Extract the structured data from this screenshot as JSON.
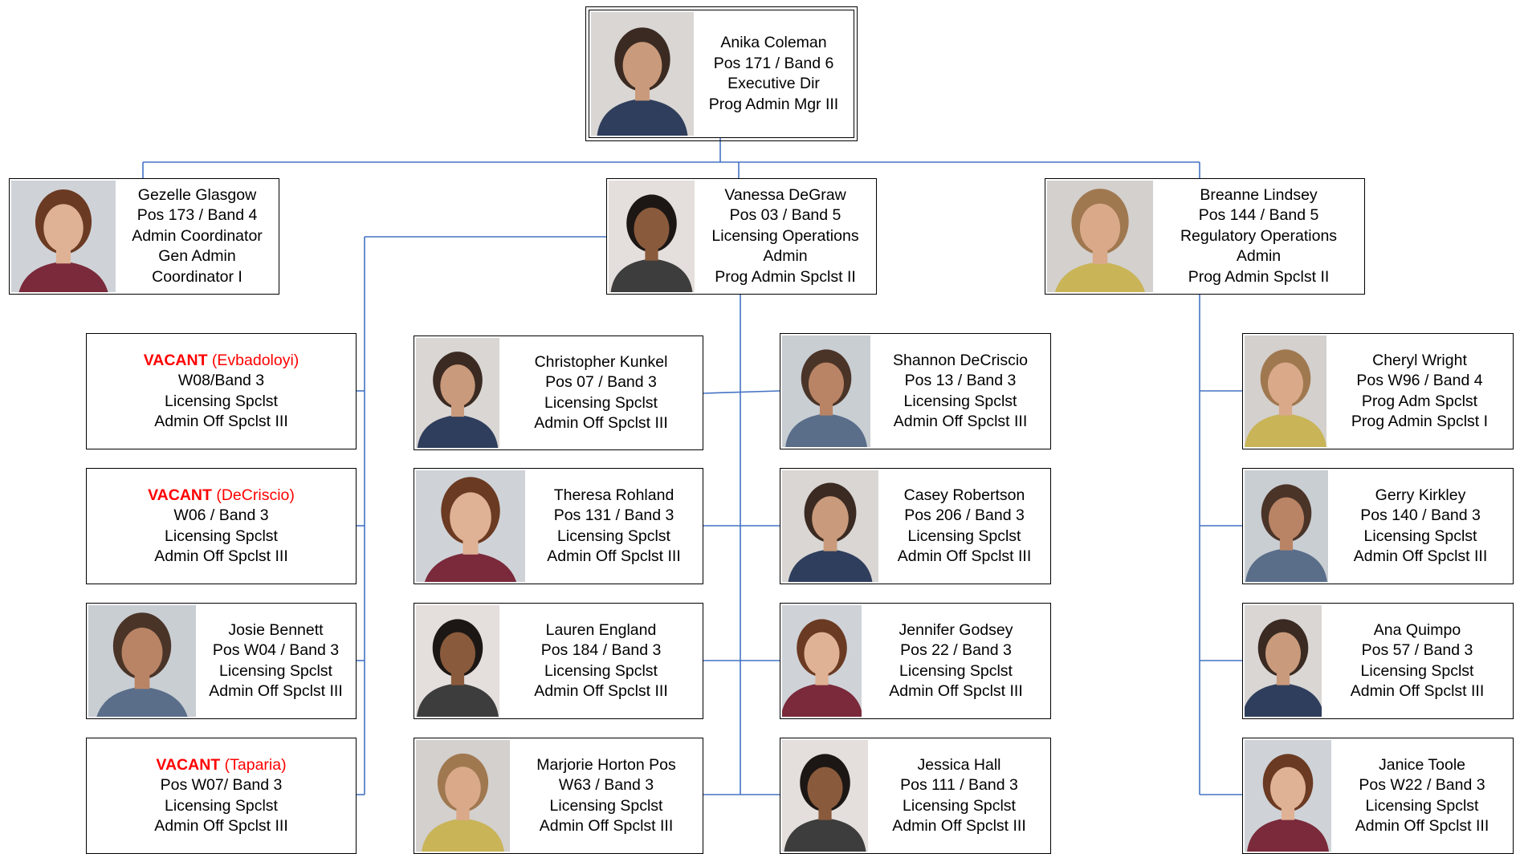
{
  "org_chart": {
    "executive": {
      "name": "Anika Coleman",
      "lines": [
        "Pos 171 / Band 6",
        "Executive Dir",
        "Prog Admin Mgr III"
      ],
      "photo": "portrait-photo"
    },
    "managers": [
      {
        "name": "Gezelle Glasgow",
        "lines": [
          "Pos 173 / Band 4",
          "Admin Coordinator",
          "Gen Admin",
          "Coordinator I"
        ],
        "photo": "portrait-photo"
      },
      {
        "name": "Vanessa DeGraw",
        "lines": [
          "Pos 03 / Band 5",
          "Licensing Operations",
          "Admin",
          "Prog Admin Spclst II"
        ],
        "photo": "portrait-photo"
      },
      {
        "name": "Breanne Lindsey",
        "lines": [
          "Pos 144 / Band 5",
          "Regulatory Operations",
          "Admin",
          "Prog Admin Spclst II"
        ],
        "photo": "portrait-photo"
      }
    ],
    "left_column": [
      {
        "vacant_label": "VACANT",
        "former": "(Evbadoloyi)",
        "lines": [
          "W08/Band 3",
          "Licensing Spclst",
          "Admin Off Spclst III"
        ]
      },
      {
        "vacant_label": "VACANT",
        "former": "(DeCriscio)",
        "lines": [
          "W06 / Band 3",
          "Licensing Spclst",
          "Admin Off Spclst III"
        ]
      },
      {
        "name": "Josie Bennett",
        "lines": [
          "Pos W04 / Band 3",
          "Licensing Spclst",
          "Admin Off Spclst III"
        ],
        "photo": "portrait-photo"
      },
      {
        "vacant_label": "VACANT",
        "former": "(Taparia)",
        "lines": [
          "Pos W07/ Band 3",
          "Licensing Spclst",
          "Admin Off Spclst III"
        ]
      }
    ],
    "center_left_column": [
      {
        "name": "Christopher Kunkel",
        "lines": [
          "Pos 07 / Band 3",
          "Licensing Spclst",
          "Admin Off Spclst III"
        ],
        "photo": "portrait-photo"
      },
      {
        "name": "Theresa Rohland",
        "lines": [
          "Pos 131 / Band 3",
          "Licensing Spclst",
          "Admin Off Spclst III"
        ],
        "photo": "portrait-photo"
      },
      {
        "name": "Lauren England",
        "lines": [
          "Pos 184 / Band 3",
          "Licensing Spclst",
          "Admin Off Spclst III"
        ],
        "photo": "portrait-photo"
      },
      {
        "name": "Marjorie Horton Pos",
        "lines": [
          "W63 / Band 3",
          "Licensing Spclst",
          "Admin Off Spclst III"
        ],
        "photo": "portrait-photo"
      }
    ],
    "center_right_column": [
      {
        "name": "Shannon DeCriscio",
        "lines": [
          "Pos 13 / Band 3",
          "Licensing Spclst",
          "Admin Off Spclst III"
        ],
        "photo": "portrait-photo"
      },
      {
        "name": "Casey Robertson",
        "lines": [
          "Pos 206 / Band 3",
          "Licensing Spclst",
          "Admin Off Spclst III"
        ],
        "photo": "portrait-photo"
      },
      {
        "name": "Jennifer Godsey",
        "lines": [
          "Pos 22 / Band 3",
          "Licensing Spclst",
          "Admin Off Spclst III"
        ],
        "photo": "portrait-photo"
      },
      {
        "name": "Jessica Hall",
        "lines": [
          "Pos 111 / Band 3",
          "Licensing Spclst",
          "Admin Off Spclst III"
        ],
        "photo": "portrait-photo"
      }
    ],
    "right_column": [
      {
        "name": "Cheryl Wright",
        "lines": [
          "Pos W96 / Band 4",
          "Prog Adm Spclst",
          "Prog Admin Spclst I"
        ],
        "photo": "portrait-photo"
      },
      {
        "name": "Gerry Kirkley",
        "lines": [
          "Pos 140 / Band 3",
          "Licensing Spclst",
          "Admin Off Spclst III"
        ],
        "photo": "portrait-photo"
      },
      {
        "name": "Ana Quimpo",
        "lines": [
          "Pos 57 / Band 3",
          "Licensing Spclst",
          "Admin Off Spclst III"
        ],
        "photo": "portrait-photo"
      },
      {
        "name": "Janice Toole",
        "lines": [
          "Pos W22 / Band 3",
          "Licensing Spclst",
          "Admin Off Spclst III"
        ],
        "photo": "portrait-photo"
      }
    ],
    "colors": {
      "connector": "#4472c4",
      "box_border": "#000000",
      "vacant": "#ff0000",
      "text": "#000000"
    }
  }
}
